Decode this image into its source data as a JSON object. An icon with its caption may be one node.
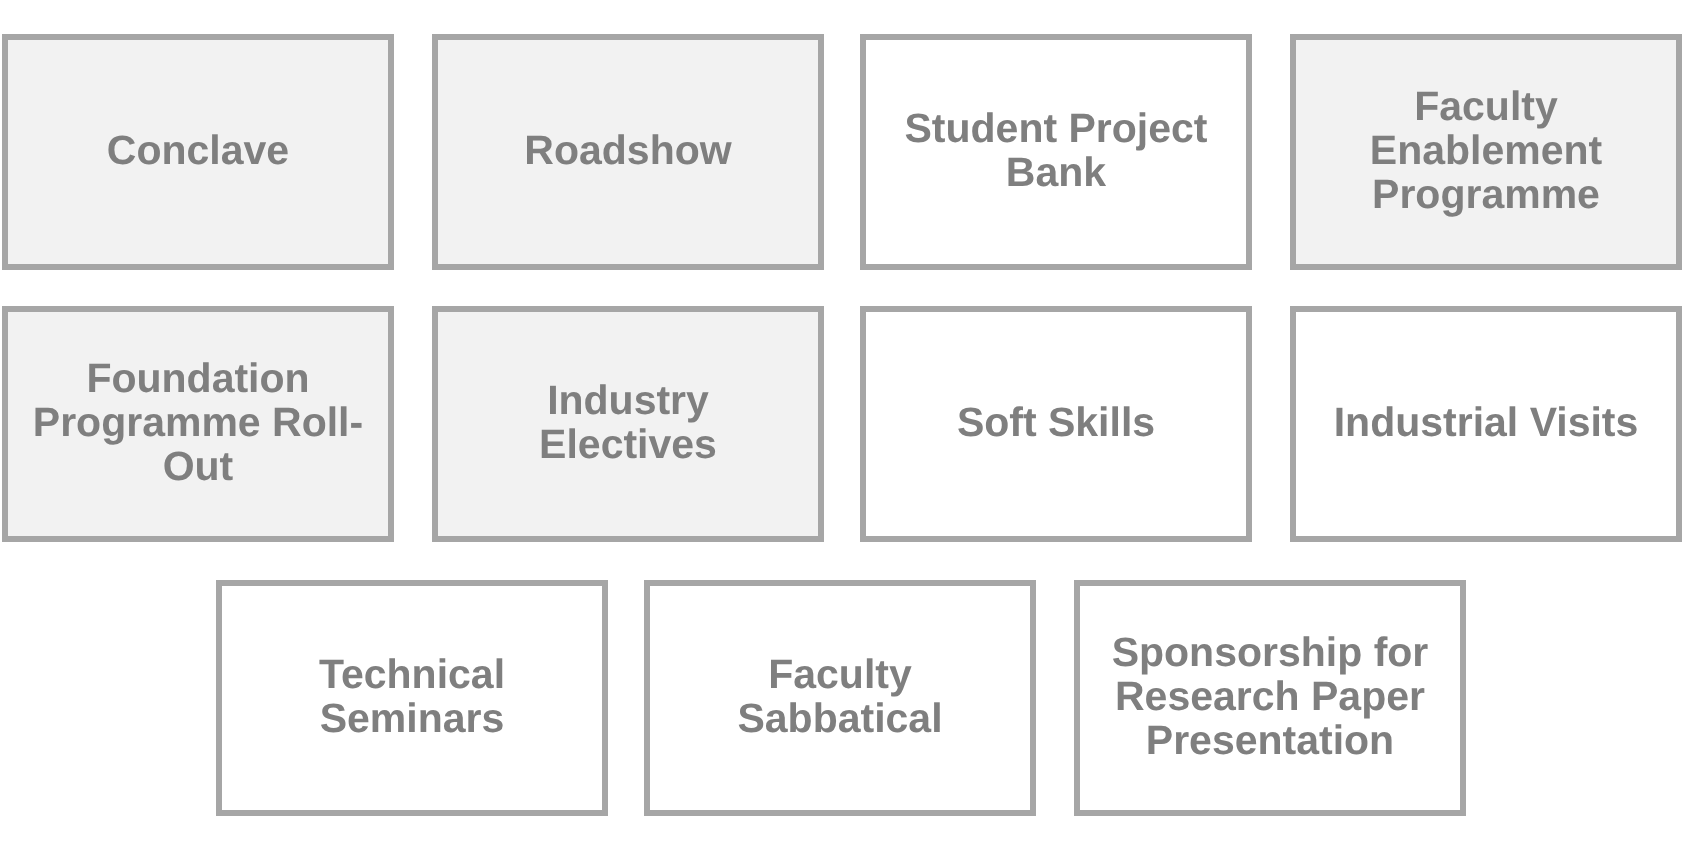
{
  "diagram": {
    "nodes": [
      {
        "text": [
          "Conclave"
        ]
      },
      {
        "text": [
          "Roadshow"
        ]
      },
      {
        "text": [
          "Student Project Bank"
        ]
      },
      {
        "text": [
          "Faculty Enablement Programme"
        ]
      },
      {
        "text": [
          "Foundation Programme Roll-Out"
        ]
      },
      {
        "text": [
          "Industry Electives"
        ]
      },
      {
        "text": [
          "Soft Skills"
        ]
      },
      {
        "text": [
          "Industrial Visits"
        ]
      },
      {
        "text": [
          "Technical Seminars"
        ]
      },
      {
        "text": [
          "Faculty Sabbatical"
        ]
      },
      {
        "text": [
          "Sponsorship for Research Paper Presentation"
        ]
      }
    ]
  }
}
